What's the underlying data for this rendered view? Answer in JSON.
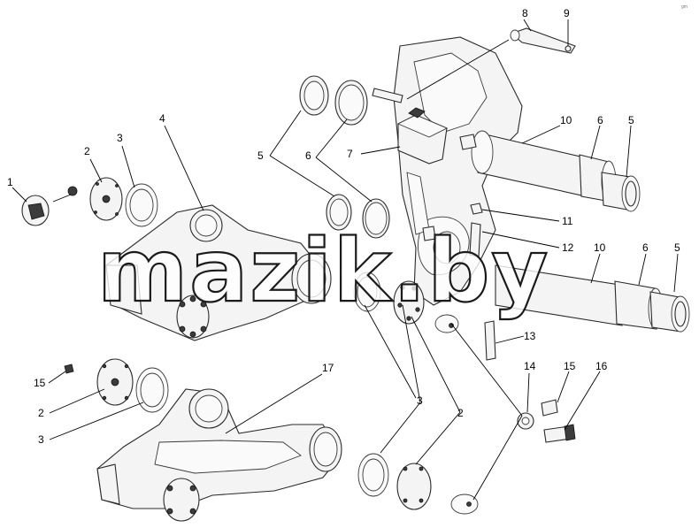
{
  "diagram": {
    "corner_mark": "gm",
    "watermark": "mazik.by",
    "callouts": {
      "c1": "1",
      "c2a": "2",
      "c3a": "3",
      "c4": "4",
      "c5a": "5",
      "c6a": "6",
      "c7": "7",
      "c8": "8",
      "c9": "9",
      "c10a": "10",
      "c6b": "6",
      "c5b": "5",
      "c11": "11",
      "c12": "12",
      "c10b": "10",
      "c6c": "6",
      "c5c": "5",
      "c13": "13",
      "c14": "14",
      "c15a": "15",
      "c16": "16",
      "c15b": "15",
      "c2b": "2",
      "c3b": "3",
      "c17": "17",
      "c3c": "3",
      "c2c": "2"
    }
  }
}
